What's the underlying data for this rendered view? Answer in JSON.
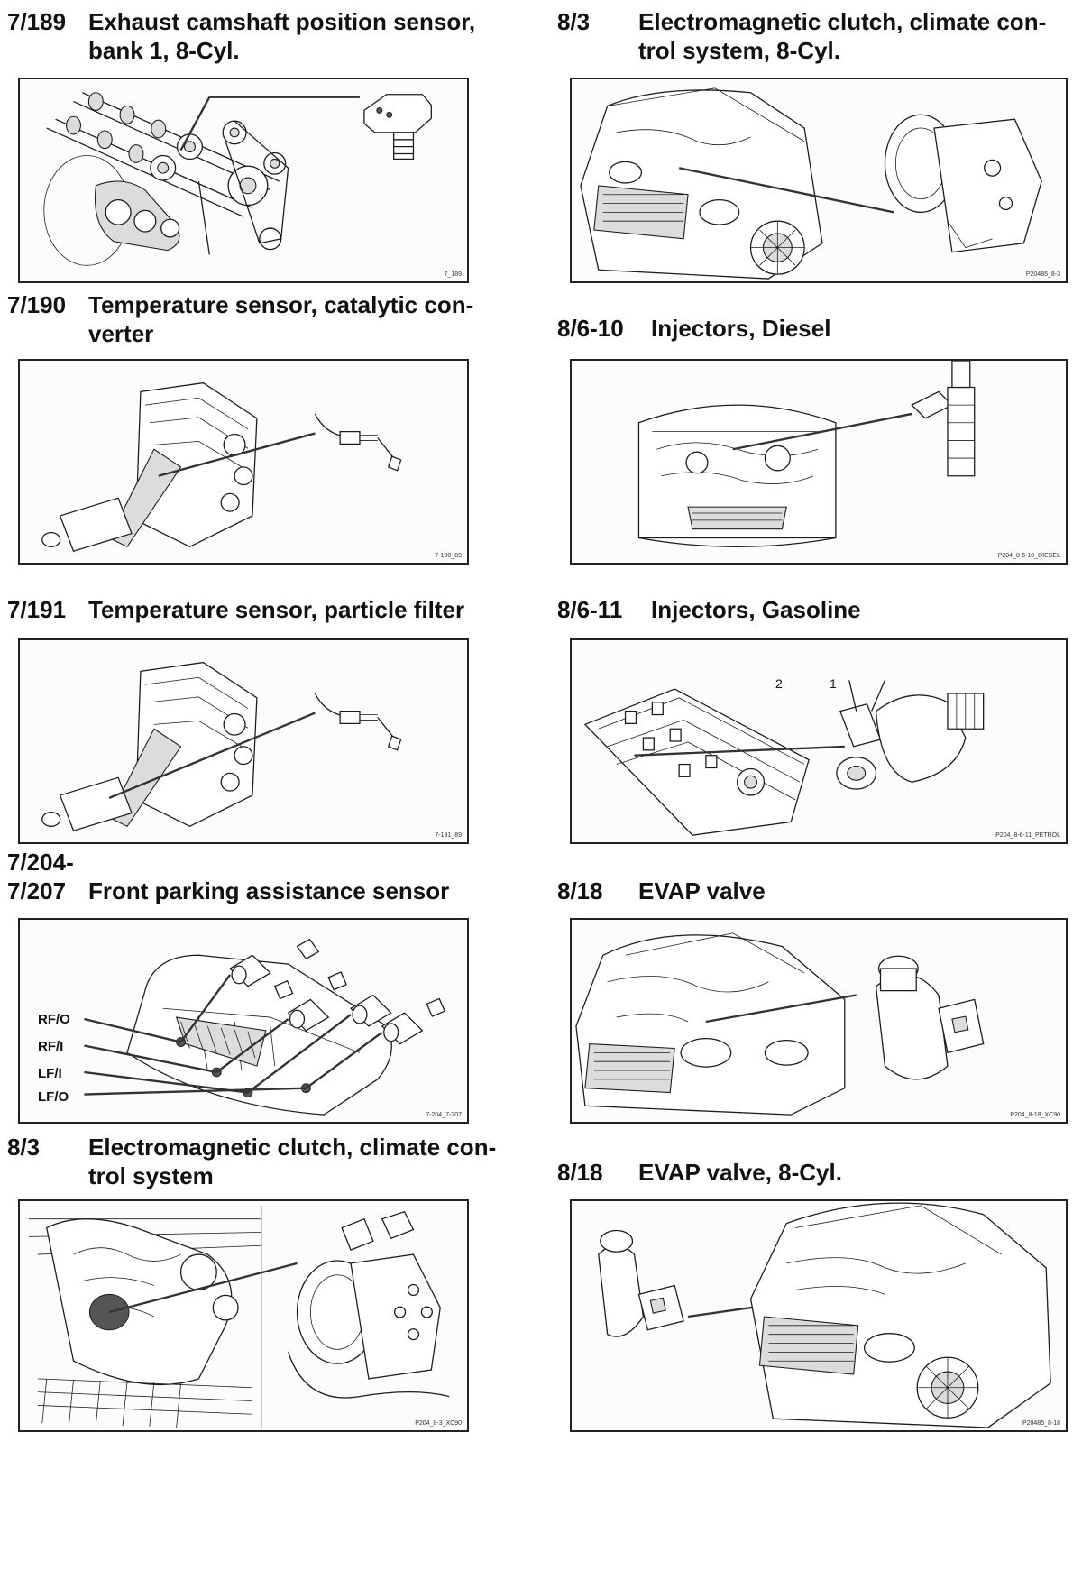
{
  "entries": [
    {
      "code": "7/189",
      "title_line1": "Exhaust camshaft position sensor,",
      "title_line2": "bank 1, 8-Cyl.",
      "figure_ref": "7_189"
    },
    {
      "code": "7/190",
      "title_line1": "Temperature sensor, catalytic con-",
      "title_line2": "verter",
      "figure_ref": "7-190_89"
    },
    {
      "code": "7/191",
      "title_line1": "Temperature sensor, particle filter",
      "title_line2": "",
      "figure_ref": "7-191_89"
    },
    {
      "code_line1": "7/204-",
      "code": "7/207",
      "title_line1": "Front parking assistance sensor",
      "title_line2": "",
      "figure_ref": "7-204_7-207",
      "callouts": [
        "RF/O",
        "RF/I",
        "LF/I",
        "LF/O"
      ]
    },
    {
      "code": "8/3",
      "title_line1": "Electromagnetic clutch, climate con-",
      "title_line2": "trol system",
      "figure_ref": "P204_8-3_XC90"
    },
    {
      "code": "8/3",
      "title_line1": "Electromagnetic clutch, climate con-",
      "title_line2": "trol system, 8-Cyl.",
      "figure_ref": "P20485_8-3"
    },
    {
      "code": "8/6-10",
      "title_line1": "Injectors, Diesel",
      "title_line2": "",
      "figure_ref": "P204_8-6-10_DIESEL"
    },
    {
      "code": "8/6-11",
      "title_line1": "Injectors, Gasoline",
      "title_line2": "",
      "figure_ref": "P204_8-6-11_PETROL",
      "callouts": [
        "2",
        "1"
      ]
    },
    {
      "code": "8/18",
      "title_line1": "EVAP valve",
      "title_line2": "",
      "figure_ref": "P204_8-18_XC90"
    },
    {
      "code": "8/18",
      "title_line1": "EVAP valve, 8-Cyl.",
      "title_line2": "",
      "figure_ref": "P20485_8-18"
    }
  ]
}
